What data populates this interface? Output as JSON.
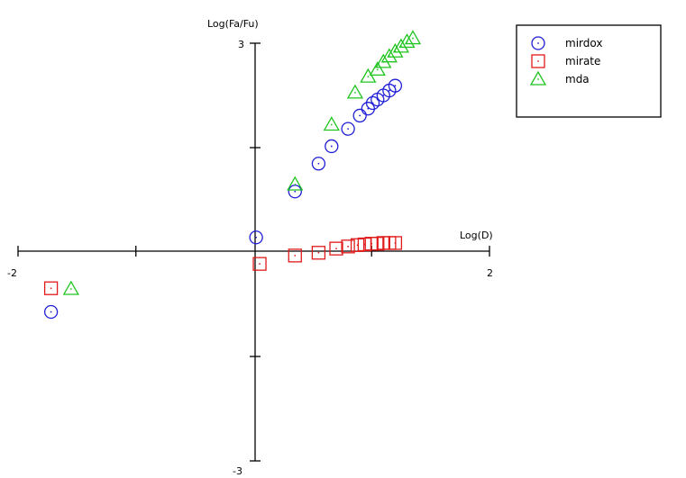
{
  "chart_data": {
    "type": "scatter",
    "x_axis": {
      "label": "Log(D)",
      "range": [
        -2,
        2
      ],
      "tick_labels": [
        "-2",
        "2"
      ]
    },
    "y_axis": {
      "label": "Log(Fa/Fu)",
      "range": [
        -3,
        3
      ],
      "tick_labels": [
        "3",
        "-3"
      ]
    },
    "grid": false,
    "legend_position": "top-right",
    "series": [
      {
        "name": "mirdox",
        "color": "#1f1fd6",
        "marker": "circle",
        "points": [
          [
            -1.72,
            -0.86
          ],
          [
            0.02,
            0.21
          ],
          [
            0.35,
            0.87
          ],
          [
            0.55,
            1.27
          ],
          [
            0.66,
            1.52
          ],
          [
            0.8,
            1.77
          ],
          [
            0.9,
            1.96
          ],
          [
            0.97,
            2.06
          ],
          [
            1.01,
            2.14
          ],
          [
            1.05,
            2.19
          ],
          [
            1.1,
            2.25
          ],
          [
            1.15,
            2.32
          ],
          [
            1.2,
            2.39
          ]
        ]
      },
      {
        "name": "mirate",
        "color": "#e01a1a",
        "marker": "square",
        "points": [
          [
            -1.72,
            -0.52
          ],
          [
            0.05,
            -0.17
          ],
          [
            0.35,
            -0.05
          ],
          [
            0.55,
            -0.01
          ],
          [
            0.7,
            0.05
          ],
          [
            0.8,
            0.08
          ],
          [
            0.88,
            0.1
          ],
          [
            0.94,
            0.11
          ],
          [
            1.0,
            0.12
          ],
          [
            1.05,
            0.12
          ],
          [
            1.1,
            0.13
          ],
          [
            1.15,
            0.13
          ],
          [
            1.2,
            0.13
          ]
        ]
      },
      {
        "name": "mda",
        "color": "#1fc41f",
        "marker": "triangle",
        "points": [
          [
            -1.55,
            -0.53
          ],
          [
            0.35,
            0.97
          ],
          [
            0.66,
            1.83
          ],
          [
            0.86,
            2.29
          ],
          [
            0.97,
            2.52
          ],
          [
            1.05,
            2.62
          ],
          [
            1.1,
            2.73
          ],
          [
            1.15,
            2.81
          ],
          [
            1.2,
            2.88
          ],
          [
            1.25,
            2.95
          ],
          [
            1.3,
            3.02
          ],
          [
            1.35,
            3.07
          ]
        ]
      }
    ]
  }
}
